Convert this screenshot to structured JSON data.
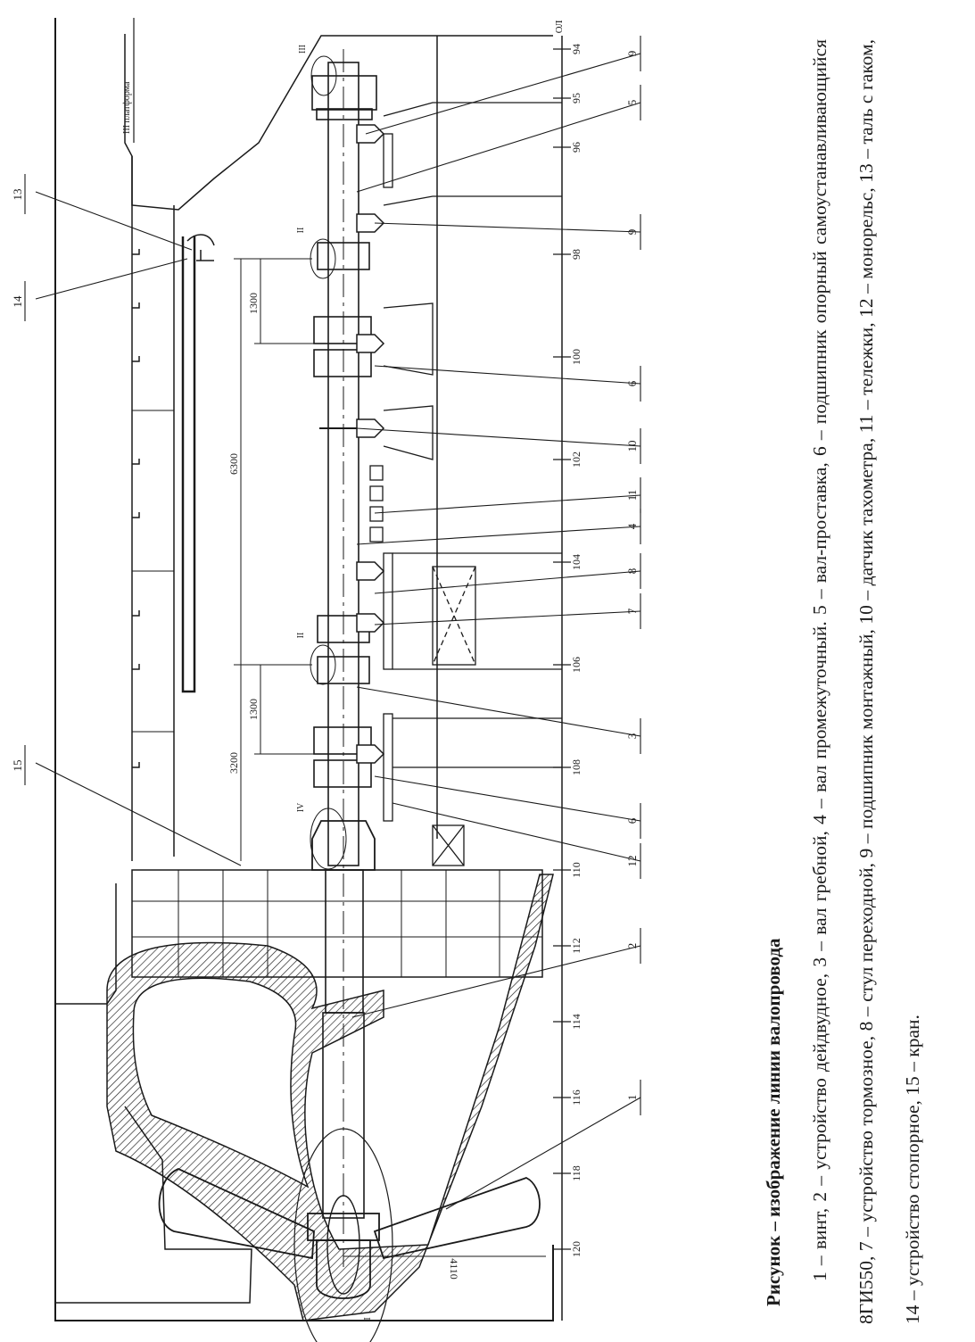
{
  "caption": {
    "title": "Рисунок   – изображение линии валопровода",
    "legend": "1 – винт, 2 – устройство дейдвудное, 3 – вал гребной, 4 – вал промежуточный. 5 – вал-проставка, 6 – подшипник опорный самоустанавливающийся 8ГИ550, 7 – устройство тормозное, 8 – стул переходной, 9 – подшипник монтажный, 10 – датчик тахометра, 11 – тележки, 12 – монорельс, 13 – таль с гаком, 14 – устройство стопорное, 15 – кран."
  },
  "drawing": {
    "deck_label": "III платформа",
    "baseline_label": "ОЛ",
    "frames": [
      "94",
      "95",
      "96",
      "98",
      "100",
      "102",
      "104",
      "106",
      "108",
      "110",
      "112",
      "114",
      "116",
      "118",
      "120"
    ],
    "dimensions": [
      "1300",
      "6300",
      "1300",
      "3200",
      "4110"
    ],
    "views": [
      "III",
      "II",
      "II",
      "IV",
      "I"
    ],
    "callouts": [
      "9",
      "5",
      "9",
      "6",
      "10",
      "11",
      "4",
      "8",
      "7",
      "3",
      "6",
      "12",
      "2",
      "1"
    ],
    "top_callouts": [
      "13",
      "14",
      "15"
    ]
  }
}
